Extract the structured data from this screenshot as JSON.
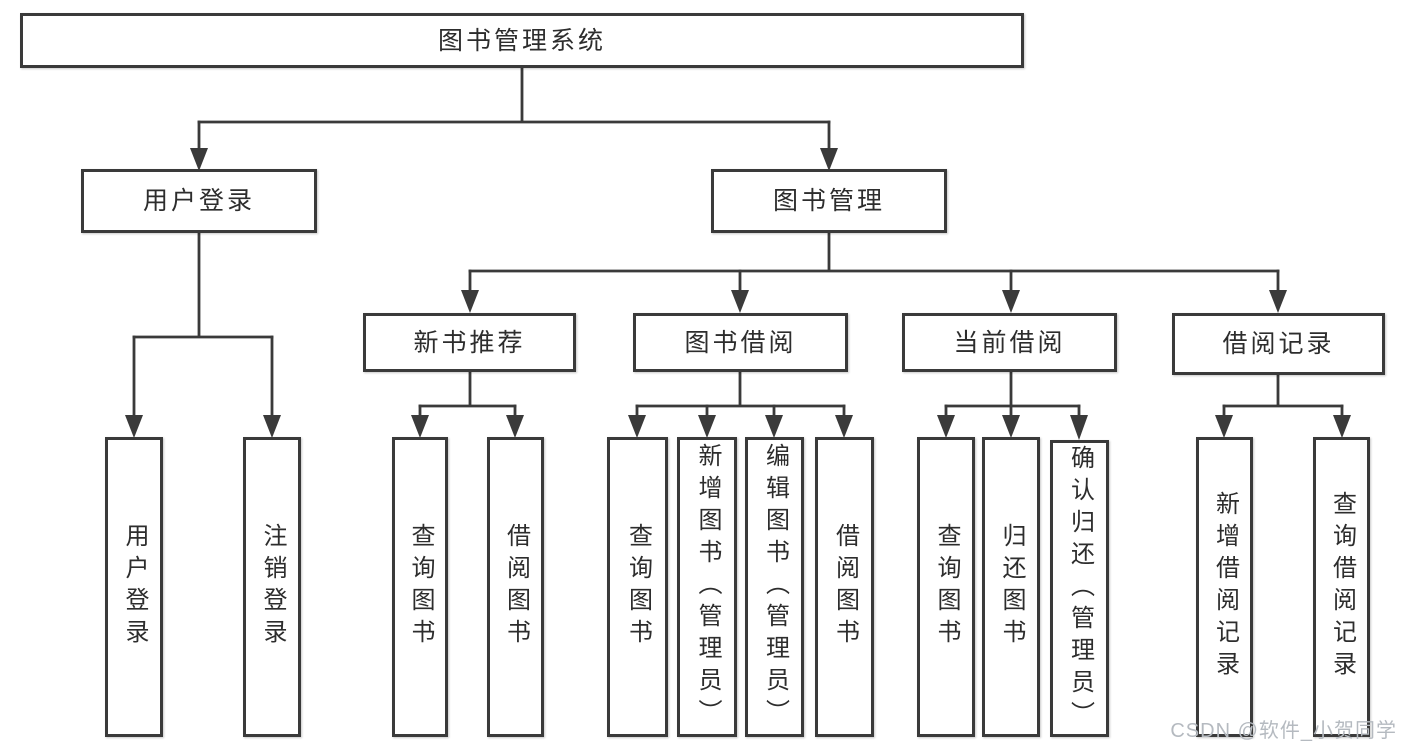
{
  "diagram": {
    "root": {
      "label": "图书管理系统"
    },
    "user_login": {
      "label": "用户登录",
      "children": {
        "login": {
          "label": "用户登录"
        },
        "logout": {
          "label": "注销登录"
        }
      }
    },
    "book_mgmt": {
      "label": "图书管理",
      "children": {
        "new_book_rec": {
          "label": "新书推荐",
          "children": {
            "query_books": {
              "label": "查询图书"
            },
            "borrow_books": {
              "label": "借阅图书"
            }
          }
        },
        "book_borrow": {
          "label": "图书借阅",
          "children": {
            "query_books": {
              "label": "查询图书"
            },
            "add_books": {
              "label": "新增图书（管理员）"
            },
            "edit_books": {
              "label": "编辑图书（管理员）"
            },
            "borrow_books": {
              "label": "借阅图书"
            }
          }
        },
        "current_borrow": {
          "label": "当前借阅",
          "children": {
            "query_books": {
              "label": "查询图书"
            },
            "return_books": {
              "label": "归还图书"
            },
            "confirm_return": {
              "label": "确认归还（管理员）"
            }
          }
        },
        "borrow_records": {
          "label": "借阅记录",
          "children": {
            "add_record": {
              "label": "新增借阅记录"
            },
            "query_record": {
              "label": "查询借阅记录"
            }
          }
        }
      }
    }
  },
  "watermark": {
    "text": "CSDN @软件_小贺同学"
  },
  "colors": {
    "line": "#3a3a3a",
    "border": "#3a3a3a",
    "text": "#2d2d2d",
    "watermark": "#b5bac0",
    "background": "#ffffff"
  }
}
